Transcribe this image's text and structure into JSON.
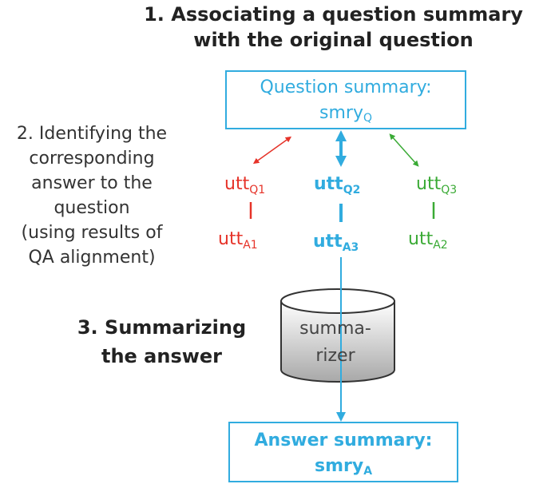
{
  "step1": {
    "line1": "1. Associating a question summary",
    "line2": "with the original question"
  },
  "step2": {
    "lines": [
      "2. Identifying the",
      "corresponding",
      "answer to the",
      "question",
      "(using results of",
      "QA alignment)"
    ]
  },
  "step3": {
    "line1": "3. Summarizing",
    "line2": "the answer"
  },
  "question_summary": {
    "label": "Question summary:",
    "value": "smry",
    "sub": "Q"
  },
  "answer_summary": {
    "label": "Answer summary:",
    "value": "smry",
    "sub": "A"
  },
  "utterances": {
    "q1": {
      "base": "utt",
      "sub": "Q1"
    },
    "q2": {
      "base": "utt",
      "sub": "Q2"
    },
    "q3": {
      "base": "utt",
      "sub": "Q3"
    },
    "a1": {
      "base": "utt",
      "sub": "A1"
    },
    "a3": {
      "base": "utt",
      "sub": "A3"
    },
    "a2": {
      "base": "utt",
      "sub": "A2"
    }
  },
  "summarizer": {
    "line1": "summa-",
    "line2": "rizer"
  },
  "colors": {
    "red": "#e63329",
    "blue": "#31acdf",
    "green": "#3aaa35"
  }
}
